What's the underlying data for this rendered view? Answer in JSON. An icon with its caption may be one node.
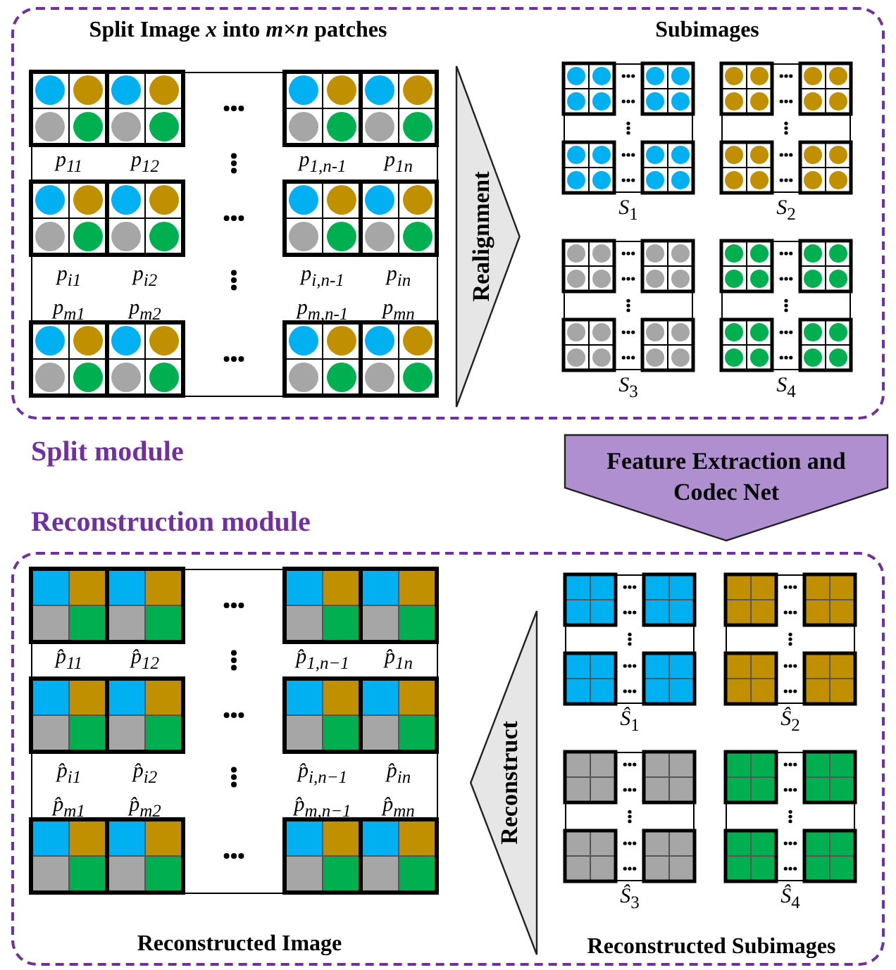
{
  "diagram": {
    "nodes": [
      {
        "text": [
          "Split module"
        ]
      },
      {
        "text": [
          "Split Image *x* into *m*×*n* patches"
        ],
        "in": 0
      },
      {
        "text": [
          "Subimages"
        ],
        "in": 0
      },
      {
        "text": [
          "*S*$_{1}$"
        ],
        "in": 2
      },
      {
        "text": [
          "*S*$_{2}$"
        ],
        "in": 2
      },
      {
        "text": [
          "*S*$_{3}$"
        ],
        "in": 2
      },
      {
        "text": [
          "*S*$_{4}$"
        ],
        "in": 2
      },
      {
        "text": [
          "Reconstruction module"
        ]
      },
      {
        "text": [
          "Reconstructed Image"
        ],
        "in": 7
      },
      {
        "text": [
          "Reconstructed Subimages"
        ],
        "in": 7
      },
      {
        "text": [
          "*Ŝ*$_{1}$"
        ],
        "in": 9
      },
      {
        "text": [
          "*Ŝ*$_{2}$"
        ],
        "in": 9
      },
      {
        "text": [
          "*Ŝ*$_{3}$"
        ],
        "in": 9
      },
      {
        "text": [
          "*Ŝ*$_{4}$"
        ],
        "in": 9
      }
    ],
    "edges": [
      {
        "from": 1,
        "to": 2,
        "arrow": "to",
        "label": "Realignment"
      },
      {
        "from": 2,
        "to": 9,
        "arrow": "to",
        "label": "Feature Extraction and Codec Net"
      },
      {
        "from": 9,
        "to": 8,
        "arrow": "to",
        "label": "Reconstruct"
      }
    ],
    "labels": [
      "*p*$_{11}$",
      "*p*$_{12}$",
      "*p*$_{1,n-1}$",
      "*p*$_{1n}$",
      "*p*$_{i1}$",
      "*p*$_{i2}$",
      "*p*$_{i,n-1}$",
      "*p*$_{in}$",
      "*p*$_{m1}$",
      "*p*$_{m2}$",
      "*p*$_{m,n-1}$",
      "*p*$_{mn}$",
      "*p̂*$_{11}$",
      "*p̂*$_{12}$",
      "*p̂*$_{1,n−1}$",
      "*p̂*$_{1n}$",
      "*p̂*$_{i1}$",
      "*p̂*$_{i2}$",
      "*p̂*$_{i,n−1}$",
      "*p̂*$_{in}$",
      "*p̂*$_{m1}$",
      "*p̂*$_{m2}$",
      "*p̂*$_{m,n−1}$",
      "*p̂*$_{mn}$"
    ]
  }
}
